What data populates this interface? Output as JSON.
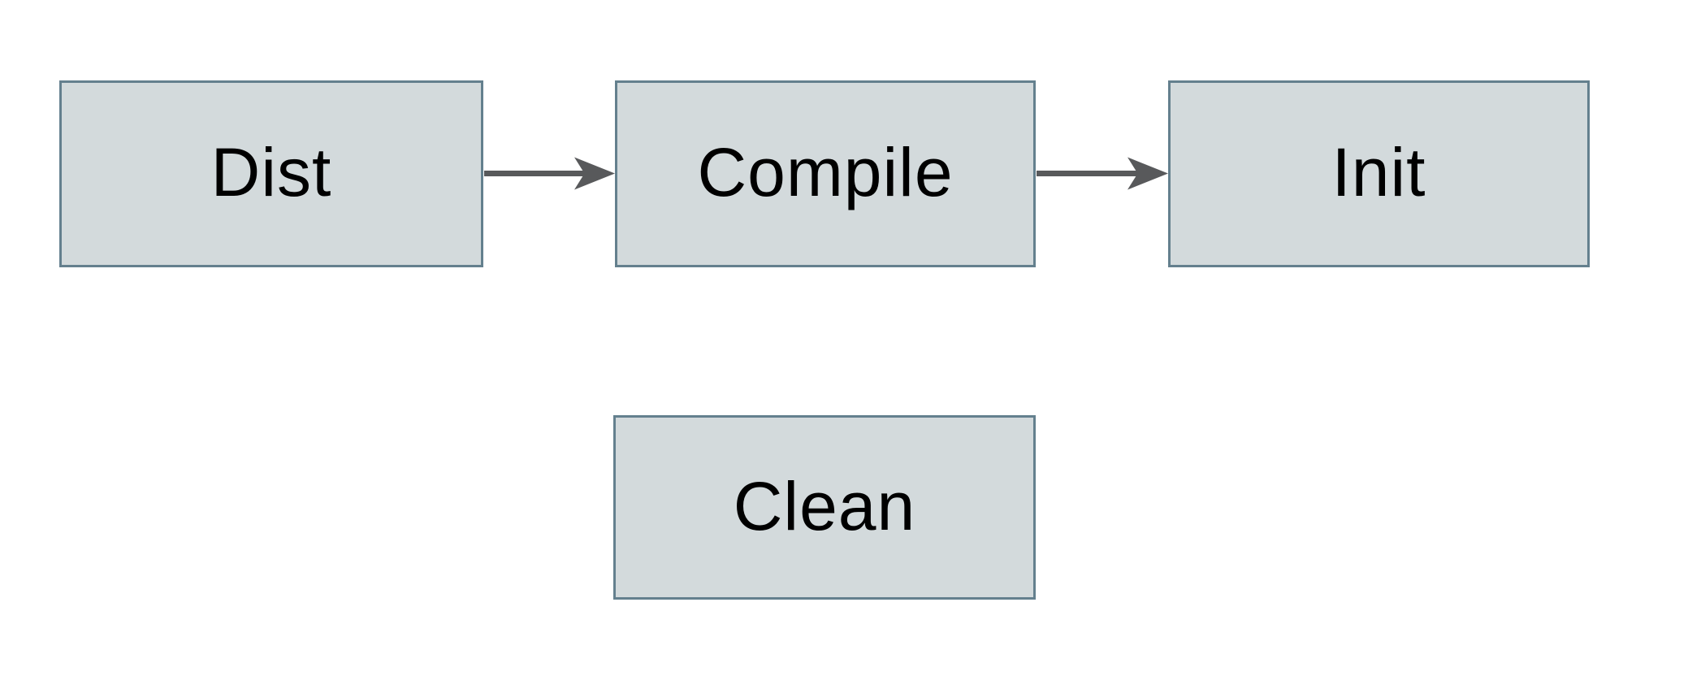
{
  "diagram": {
    "background_color": "#ffffff",
    "colors": {
      "node_fill": "#d3dadc",
      "node_border": "#64808e",
      "arrow": "#58595b",
      "label_text": "#000000"
    },
    "nodes": [
      {
        "id": "dist",
        "label": "Dist"
      },
      {
        "id": "compile",
        "label": "Compile"
      },
      {
        "id": "init",
        "label": "Init"
      },
      {
        "id": "clean",
        "label": "Clean"
      }
    ],
    "edges": [
      {
        "from": "Dist",
        "to": "Compile",
        "style": "arrow-right"
      },
      {
        "from": "Compile",
        "to": "Init",
        "style": "arrow-right"
      }
    ]
  }
}
